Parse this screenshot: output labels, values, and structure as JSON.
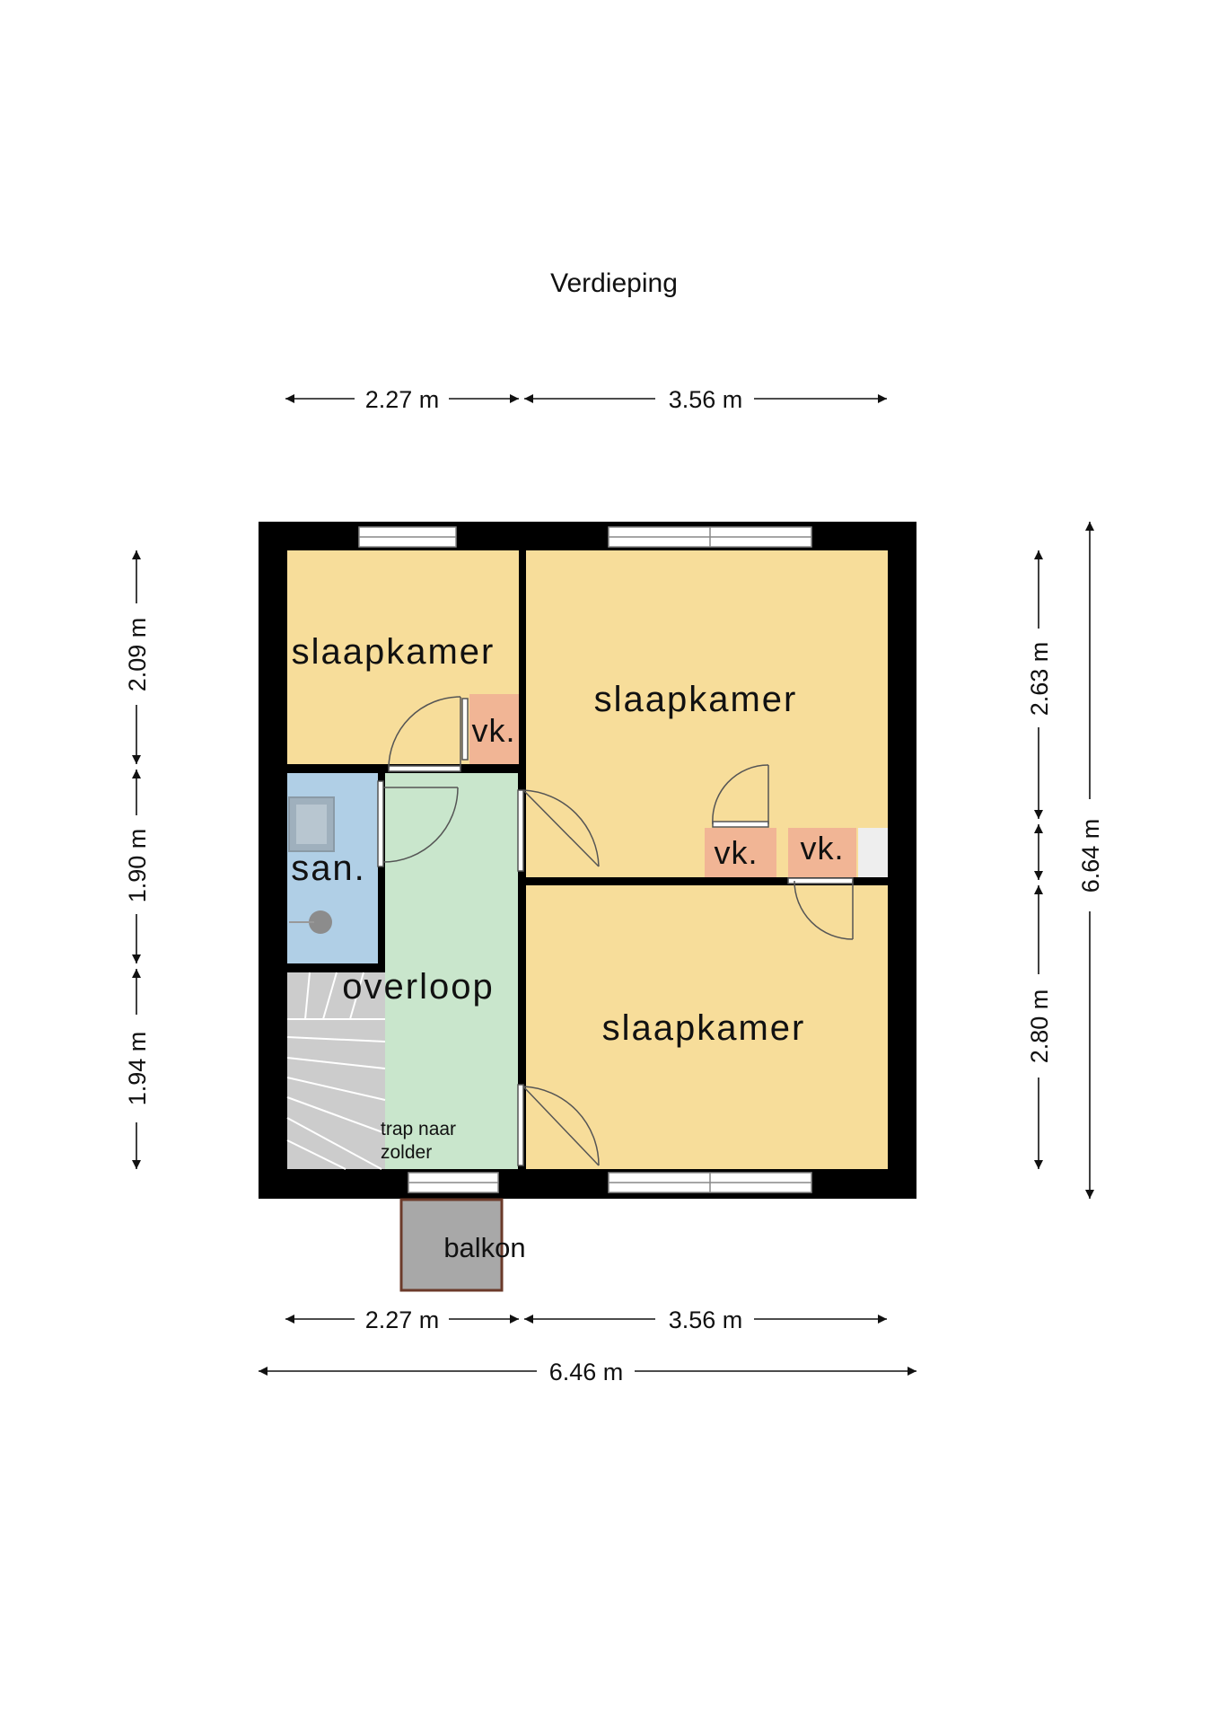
{
  "title": "Verdieping",
  "colors": {
    "wall": "#000000",
    "bedroom": "#f7dd9a",
    "closet": "#f1b595",
    "sanitary": "#b0cfe6",
    "landing": "#c9e6cc",
    "stairs": "#cccccc",
    "balcony": "#a8a8a8"
  },
  "rooms": {
    "bedroom_top_left": "slaapkamer",
    "bedroom_top_right": "slaapkamer",
    "bedroom_bottom_right": "slaapkamer",
    "closet_1": "vk.",
    "closet_2": "vk.",
    "closet_3": "vk.",
    "sanitary": "san.",
    "landing": "overloop",
    "stairs_note_line1": "trap naar",
    "stairs_note_line2": "zolder",
    "balcony": "balkon"
  },
  "dimensions": {
    "top_left": "2.27 m",
    "top_right": "3.56 m",
    "bottom_left": "2.27 m",
    "bottom_right": "3.56 m",
    "total_width": "6.46 m",
    "left_top": "2.09 m",
    "left_middle": "1.90 m",
    "left_bottom": "1.94 m",
    "right_top": "2.63 m",
    "right_bottom": "2.80 m",
    "total_height": "6.64 m"
  }
}
